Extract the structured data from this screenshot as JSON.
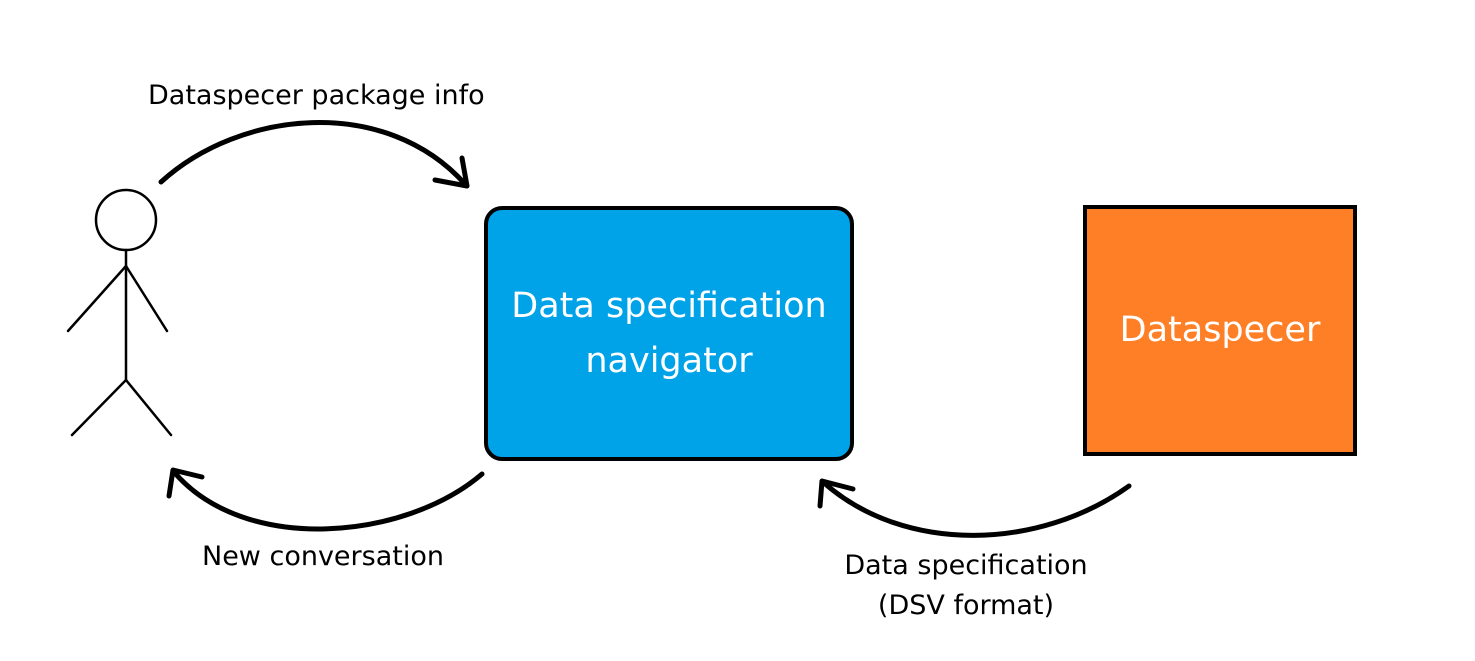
{
  "colors": {
    "navigator_fill": "#00a2e8",
    "dataspecer_fill": "#ff7f27",
    "stroke": "#000000",
    "box_text": "#ffffff"
  },
  "actor": {
    "icon": "stick-figure-icon"
  },
  "nodes": {
    "navigator": {
      "line1": "Data specification",
      "line2": "navigator"
    },
    "dataspecer": {
      "label": "Dataspecer"
    }
  },
  "edges": {
    "package_info": "Dataspecer package info",
    "new_conversation": "New conversation",
    "data_specification_line1": "Data specification",
    "data_specification_line2": "(DSV format)"
  }
}
